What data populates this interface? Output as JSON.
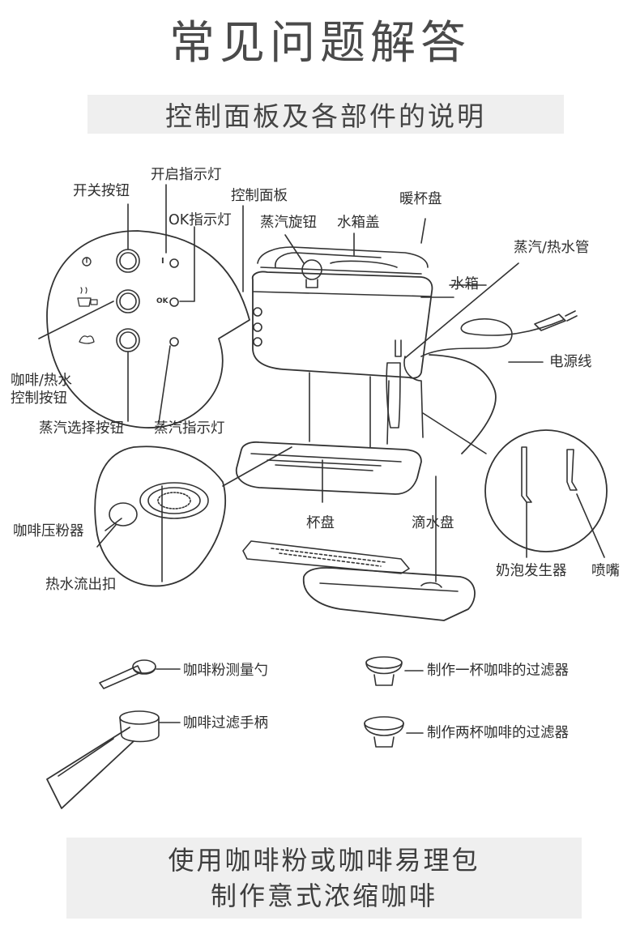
{
  "header": {
    "title": "常见问题解答",
    "section_title": "控制面板及各部件的说明"
  },
  "labels": {
    "power_button": "开关按钮",
    "power_indicator": "开启指示灯",
    "control_panel": "控制面板",
    "ok_indicator": "OK指示灯",
    "steam_knob": "蒸汽旋钮",
    "tank_lid": "水箱盖",
    "cup_warmer": "暖杯盘",
    "steam_pipe": "蒸汽/热水管",
    "water_tank": "水箱",
    "power_cord": "电源线",
    "coffee_hot_water_button_line1": "咖啡/热水",
    "coffee_hot_water_button_line2": "控制按钮",
    "steam_select_button": "蒸汽选择按钮",
    "steam_indicator": "蒸汽指示灯",
    "tamper": "咖啡压粉器",
    "hot_water_outlet": "热水流出扣",
    "cup_tray": "杯盘",
    "drip_tray": "滴水盘",
    "frother": "奶泡发生器",
    "nozzle": "喷嘴"
  },
  "panel_marks": {
    "power_mark": "I",
    "ok_mark": "OK"
  },
  "accessories": [
    {
      "label": "咖啡粉测量勺"
    },
    {
      "label": "制作一杯咖啡的过滤器"
    },
    {
      "label": "咖啡过滤手柄"
    },
    {
      "label": "制作两杯咖啡的过滤器"
    }
  ],
  "footer": {
    "line1": "使用咖啡粉或咖啡易理包",
    "line2": "制作意式浓缩咖啡"
  }
}
